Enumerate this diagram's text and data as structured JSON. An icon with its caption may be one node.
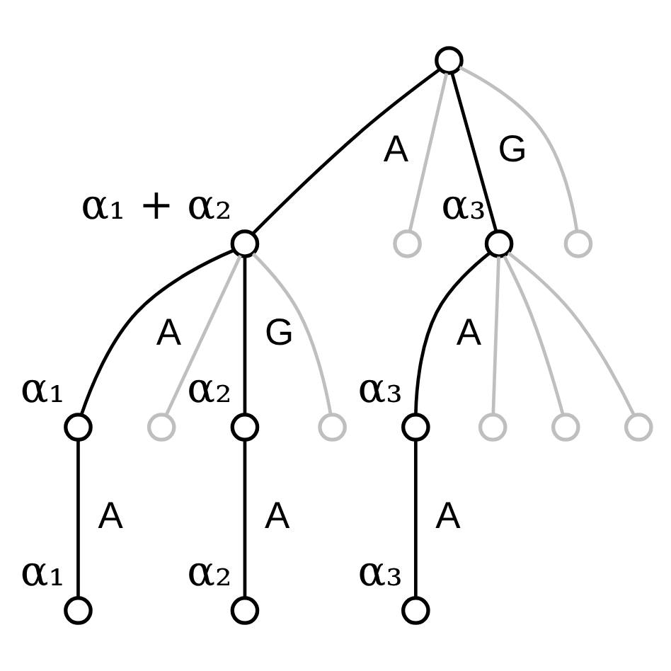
{
  "diagram": {
    "nodes": [
      {
        "text": [],
        "shape": "circle"
      },
      {
        "text": [],
        "shape": "circle",
        "beside": [
          "α₁ + α₂"
        ]
      },
      {
        "text": [],
        "shape": "circle"
      },
      {
        "text": [],
        "shape": "circle",
        "beside": [
          "α₃"
        ]
      },
      {
        "text": [],
        "shape": "circle"
      },
      {
        "text": [],
        "shape": "circle",
        "beside": [
          "α₁"
        ]
      },
      {
        "text": [],
        "shape": "circle"
      },
      {
        "text": [],
        "shape": "circle",
        "beside": [
          "α₂"
        ]
      },
      {
        "text": [],
        "shape": "circle"
      },
      {
        "text": [],
        "shape": "circle",
        "beside": [
          "α₃"
        ]
      },
      {
        "text": [],
        "shape": "circle"
      },
      {
        "text": [],
        "shape": "circle"
      },
      {
        "text": [],
        "shape": "circle"
      },
      {
        "text": [],
        "shape": "circle",
        "beside": [
          "α₁"
        ]
      },
      {
        "text": [],
        "shape": "circle",
        "beside": [
          "α₂"
        ]
      },
      {
        "text": [],
        "shape": "circle",
        "beside": [
          "α₃"
        ]
      }
    ],
    "edges": [
      {
        "from": 0,
        "to": 1,
        "arrow": "none",
        "label": "A"
      },
      {
        "from": 0,
        "to": 2,
        "arrow": "none",
        "color": "#bfbfbf"
      },
      {
        "from": 0,
        "to": 3,
        "arrow": "none",
        "label": "G"
      },
      {
        "from": 0,
        "to": 4,
        "arrow": "none",
        "color": "#bfbfbf"
      },
      {
        "from": 1,
        "to": 5,
        "arrow": "none",
        "label": "A"
      },
      {
        "from": 1,
        "to": 6,
        "arrow": "none",
        "color": "#bfbfbf"
      },
      {
        "from": 1,
        "to": 7,
        "arrow": "none",
        "label": "G"
      },
      {
        "from": 1,
        "to": 8,
        "arrow": "none",
        "color": "#bfbfbf"
      },
      {
        "from": 3,
        "to": 9,
        "arrow": "none",
        "label": "A"
      },
      {
        "from": 3,
        "to": 10,
        "arrow": "none",
        "color": "#bfbfbf"
      },
      {
        "from": 3,
        "to": 11,
        "arrow": "none",
        "color": "#bfbfbf"
      },
      {
        "from": 3,
        "to": 12,
        "arrow": "none",
        "color": "#bfbfbf"
      },
      {
        "from": 5,
        "to": 13,
        "arrow": "none",
        "label": "A"
      },
      {
        "from": 7,
        "to": 14,
        "arrow": "none",
        "label": "A"
      },
      {
        "from": 9,
        "to": 15,
        "arrow": "none",
        "label": "A"
      }
    ]
  }
}
